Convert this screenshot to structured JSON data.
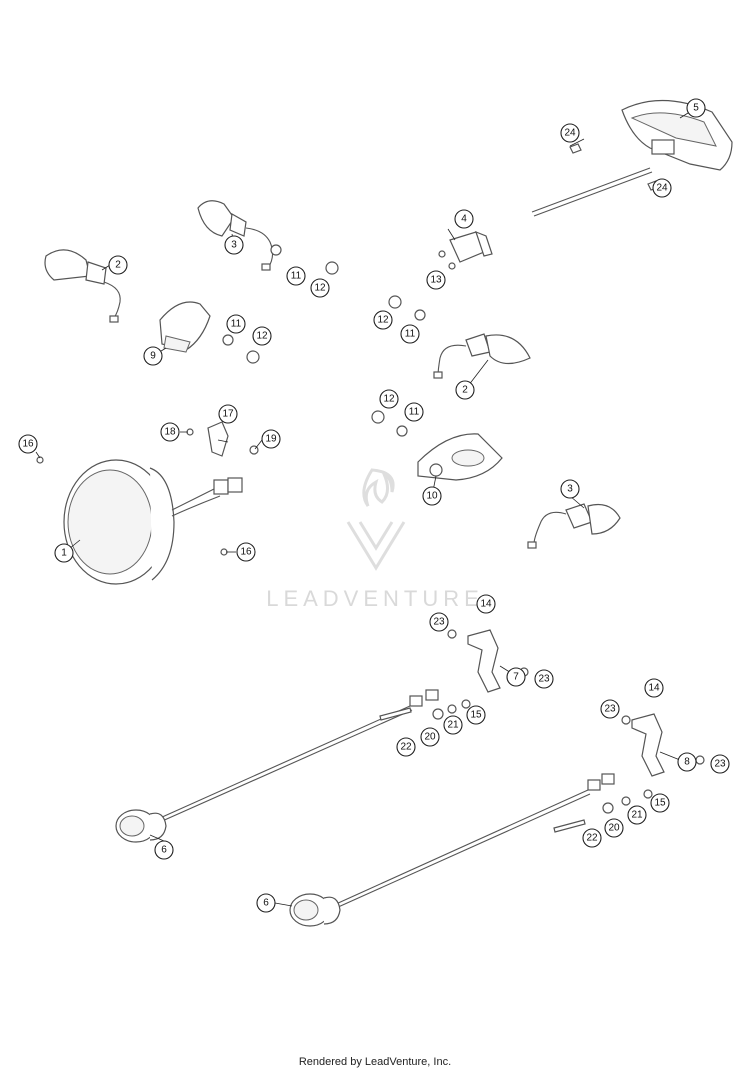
{
  "watermark": {
    "text": "LEADVENTURE"
  },
  "footer": {
    "text": "Rendered by LeadVenture, Inc."
  },
  "callouts": {
    "c1": "1",
    "c2a": "2",
    "c2b": "2",
    "c3a": "3",
    "c3b": "3",
    "c4": "4",
    "c5": "5",
    "c6a": "6",
    "c6b": "6",
    "c7": "7",
    "c8": "8",
    "c9": "9",
    "c10": "10",
    "c11a": "11",
    "c11b": "11",
    "c11c": "11",
    "c11d": "11",
    "c12a": "12",
    "c12b": "12",
    "c12c": "12",
    "c12d": "12",
    "c13": "13",
    "c14a": "14",
    "c14b": "14",
    "c15a": "15",
    "c15b": "15",
    "c16a": "16",
    "c16b": "16",
    "c17": "17",
    "c18": "18",
    "c19": "19",
    "c20a": "20",
    "c20b": "20",
    "c21a": "21",
    "c21b": "21",
    "c22a": "22",
    "c22b": "22",
    "c23a": "23",
    "c23b": "23",
    "c23c": "23",
    "c23d": "23",
    "c24a": "24",
    "c24b": "24"
  }
}
